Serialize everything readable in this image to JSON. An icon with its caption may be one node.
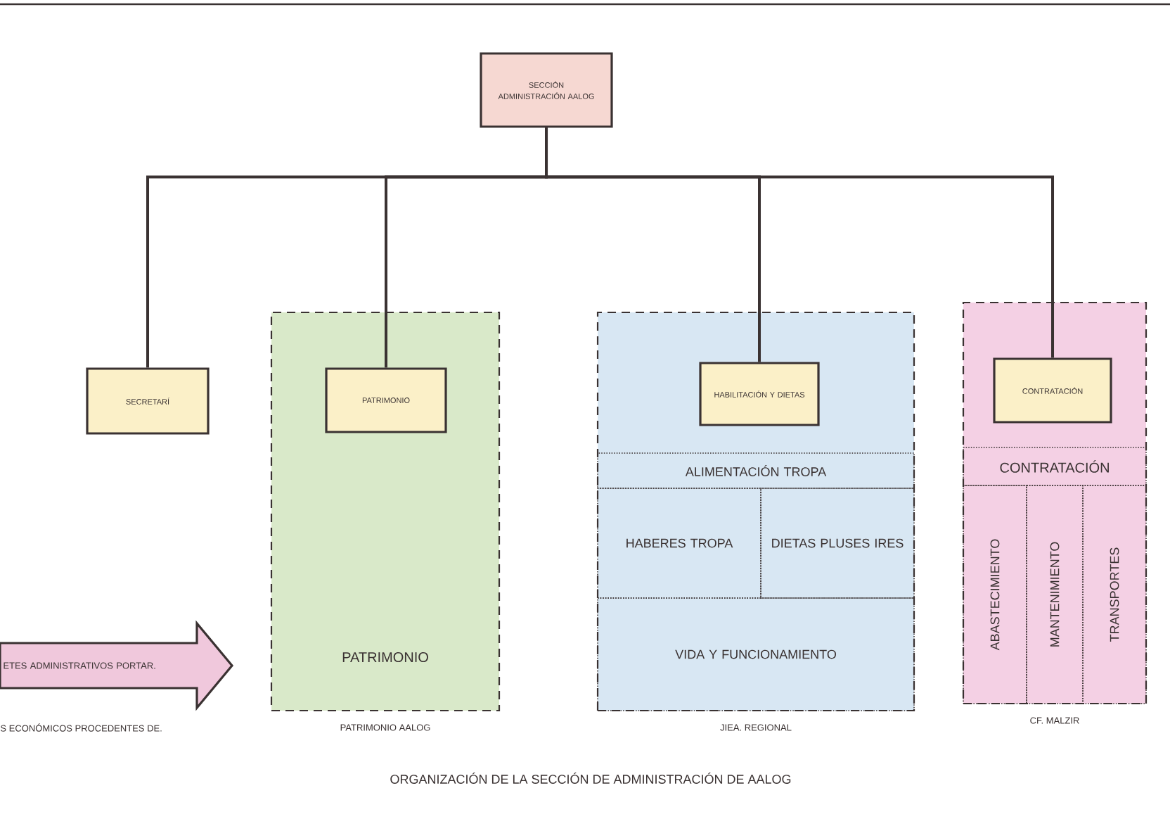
{
  "diagram": {
    "caption": "ORGANIZACIÓN DE LA SECCIÓN DE ADMINISTRACIÓN DE AALOG",
    "nodes": [
      {
        "text": [
          "SECCIÓN ADMINISTRACIÓN AALOG"
        ]
      },
      {
        "text": [
          "SECRETARÍ"
        ]
      },
      {
        "text": [
          "PATRIMONIO"
        ],
        "beside": [
          "PATRIMONIO AALOG"
        ]
      },
      {
        "text": [
          "PATRIMONIO"
        ],
        "in": 2
      },
      {
        "text": [],
        "shape": "box",
        "beside": [
          "JIEA. REGIONAL"
        ]
      },
      {
        "text": [
          "HABILITACIÓN Y DIETAS"
        ],
        "in": 4
      },
      {
        "text": [
          "ALIMENTACIÓN TROPA"
        ],
        "in": 4
      },
      {
        "text": [
          "HABERES TROPA"
        ],
        "in": 4
      },
      {
        "text": [
          "DIETAS PLUSES IRES"
        ],
        "in": 4
      },
      {
        "text": [
          "VIDA Y FUNCIONAMIENTO"
        ],
        "in": 4
      },
      {
        "text": [],
        "shape": "box",
        "beside": [
          "CF. MALZIR"
        ]
      },
      {
        "text": [
          "CONTRATACIÓN"
        ],
        "in": 10
      },
      {
        "text": [
          "CONTRATACIÓN"
        ],
        "in": 10
      },
      {
        "text": [
          "ABASTECIMIENTO"
        ],
        "in": 10
      },
      {
        "text": [
          "MANTENIMIENTO"
        ],
        "in": 10
      },
      {
        "text": [
          "TRANSPORTES"
        ],
        "in": 10
      },
      {
        "text": [
          "ETES ADMINISTRATIVOS PORTAR."
        ]
      }
    ],
    "edges": [
      {
        "from": 0,
        "to": 1,
        "arrow": "none"
      },
      {
        "from": 0,
        "to": 3,
        "arrow": "none"
      },
      {
        "from": 0,
        "to": 5,
        "arrow": "none"
      },
      {
        "from": 0,
        "to": 11,
        "arrow": "none"
      }
    ],
    "labels": [
      "S ECONÓMICOS PROCEDENTES DE."
    ]
  }
}
